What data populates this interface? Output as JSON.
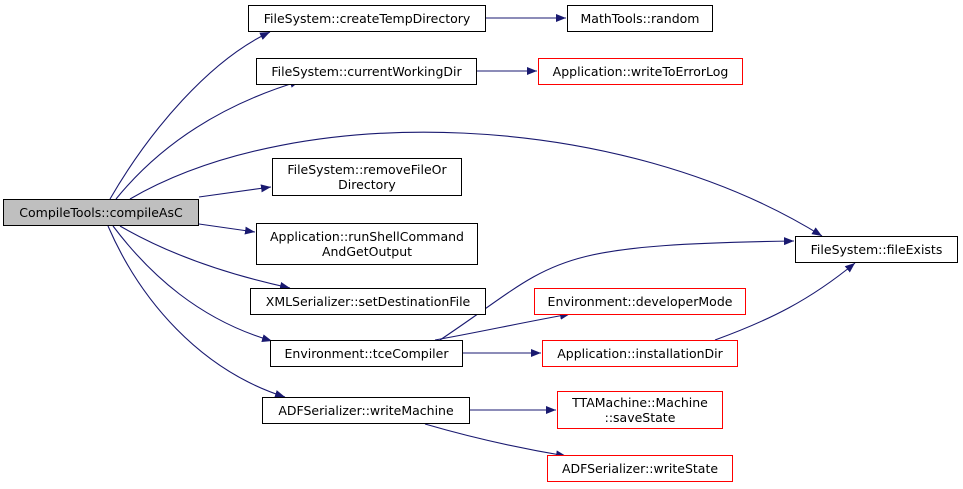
{
  "diagram": {
    "edge_color": "#191970",
    "colors": {
      "root_fill": "#bfbfbf",
      "node_border": "#000000",
      "external_border": "#ff0000"
    },
    "nodes": [
      {
        "id": "compileAsC",
        "label": "CompileTools::compileAsC",
        "role": "root"
      },
      {
        "id": "createTempDirectory",
        "label": "FileSystem::createTempDirectory",
        "role": "normal"
      },
      {
        "id": "random",
        "label": "MathTools::random",
        "role": "normal"
      },
      {
        "id": "currentWorkingDir",
        "label": "FileSystem::currentWorkingDir",
        "role": "normal"
      },
      {
        "id": "writeToErrorLog",
        "label": "Application::writeToErrorLog",
        "role": "external"
      },
      {
        "id": "removeFileOrDirectory",
        "label": "FileSystem::removeFileOr",
        "label2": "Directory",
        "role": "normal"
      },
      {
        "id": "runShellCommand",
        "label": "Application::runShellCommand",
        "label2": "AndGetOutput",
        "role": "normal"
      },
      {
        "id": "fileExists",
        "label": "FileSystem::fileExists",
        "role": "normal"
      },
      {
        "id": "setDestinationFile",
        "label": "XMLSerializer::setDestinationFile",
        "role": "normal"
      },
      {
        "id": "developerMode",
        "label": "Environment::developerMode",
        "role": "external"
      },
      {
        "id": "tceCompiler",
        "label": "Environment::tceCompiler",
        "role": "normal"
      },
      {
        "id": "installationDir",
        "label": "Application::installationDir",
        "role": "external"
      },
      {
        "id": "writeMachine",
        "label": "ADFSerializer::writeMachine",
        "role": "normal"
      },
      {
        "id": "saveState",
        "label": "TTAMachine::Machine",
        "label2": "::saveState",
        "role": "external"
      },
      {
        "id": "writeState",
        "label": "ADFSerializer::writeState",
        "role": "external"
      }
    ],
    "edges": [
      {
        "from": "compileAsC",
        "to": "createTempDirectory"
      },
      {
        "from": "compileAsC",
        "to": "currentWorkingDir"
      },
      {
        "from": "compileAsC",
        "to": "fileExists"
      },
      {
        "from": "compileAsC",
        "to": "removeFileOrDirectory"
      },
      {
        "from": "compileAsC",
        "to": "runShellCommand"
      },
      {
        "from": "compileAsC",
        "to": "setDestinationFile"
      },
      {
        "from": "compileAsC",
        "to": "tceCompiler"
      },
      {
        "from": "compileAsC",
        "to": "writeMachine"
      },
      {
        "from": "createTempDirectory",
        "to": "random"
      },
      {
        "from": "currentWorkingDir",
        "to": "writeToErrorLog"
      },
      {
        "from": "tceCompiler",
        "to": "fileExists"
      },
      {
        "from": "tceCompiler",
        "to": "developerMode"
      },
      {
        "from": "tceCompiler",
        "to": "installationDir"
      },
      {
        "from": "installationDir",
        "to": "fileExists"
      },
      {
        "from": "writeMachine",
        "to": "saveState"
      },
      {
        "from": "writeMachine",
        "to": "writeState"
      }
    ]
  }
}
